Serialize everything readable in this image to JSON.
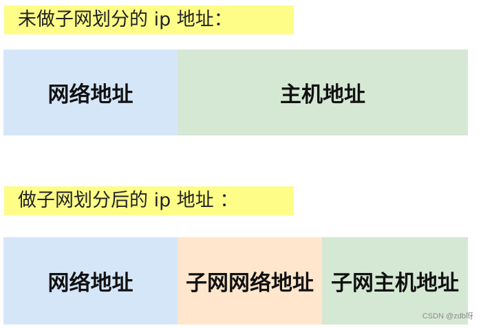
{
  "before": {
    "label": "未做子网划分的 ip 地址：",
    "segments": [
      {
        "text": "网络地址",
        "color": "#d6e6f9"
      },
      {
        "text": "主机地址",
        "color": "#d5e8d4"
      }
    ]
  },
  "after": {
    "label": "做子网划分后的 ip 地址 ：",
    "segments": [
      {
        "text": "网络地址",
        "color": "#d6e6f9"
      },
      {
        "text": "子网网络地址",
        "color": "#ffe6cc"
      },
      {
        "text": "子网主机地址",
        "color": "#d5e8d4"
      }
    ]
  },
  "label_color": "#fdfd88",
  "watermark": "CSDN @zdb呀"
}
